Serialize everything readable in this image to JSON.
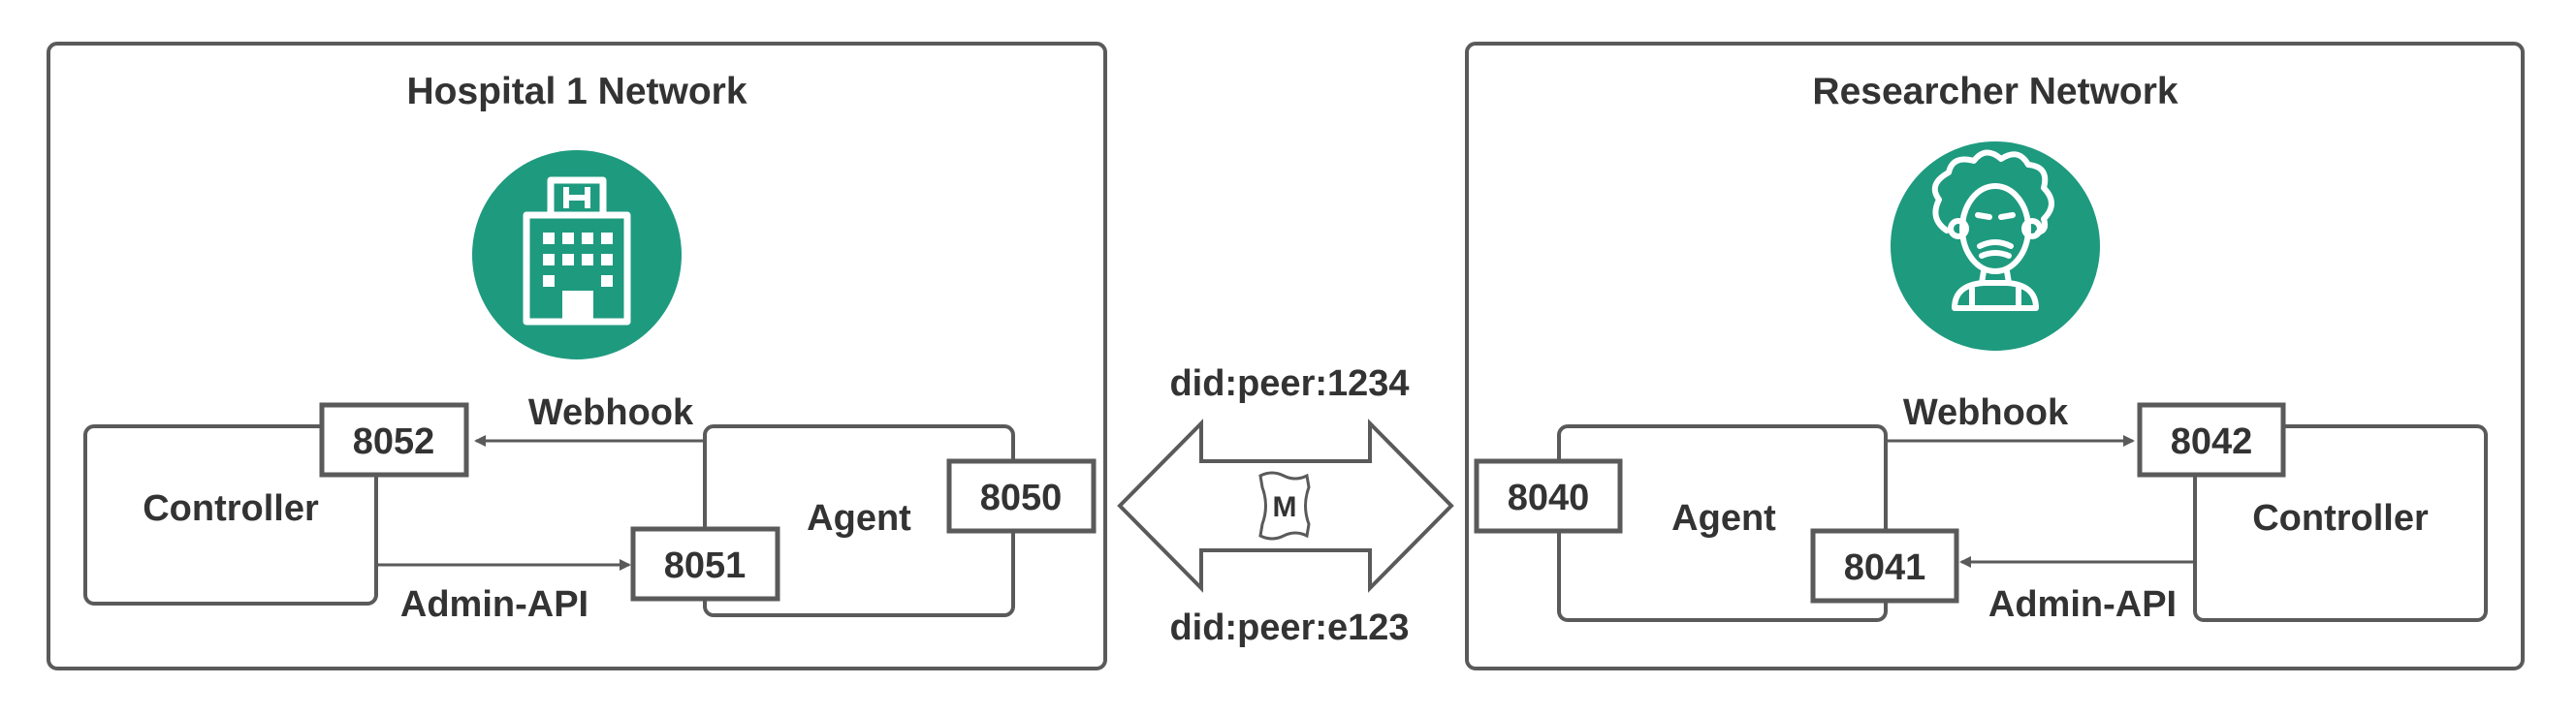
{
  "hospital": {
    "title": "Hospital 1 Network",
    "controller": "Controller",
    "agent": "Agent",
    "port_webhook": "8052",
    "port_admin": "8051",
    "port_inbound": "8050",
    "webhook_label": "Webhook",
    "admin_label": "Admin-API",
    "icon": "hospital-building-icon"
  },
  "researcher": {
    "title": "Researcher Network",
    "controller": "Controller",
    "agent": "Agent",
    "port_webhook": "8042",
    "port_admin": "8041",
    "port_inbound": "8040",
    "webhook_label": "Webhook",
    "admin_label": "Admin-API",
    "icon": "scientist-icon"
  },
  "connection": {
    "did_top": "did:peer:1234",
    "did_bottom": "did:peer:e123",
    "message_letter": "M",
    "icon": "message-scroll-icon"
  },
  "colors": {
    "border": "#5a5a5a",
    "text": "#333333",
    "accent": "#1e9a7f"
  }
}
